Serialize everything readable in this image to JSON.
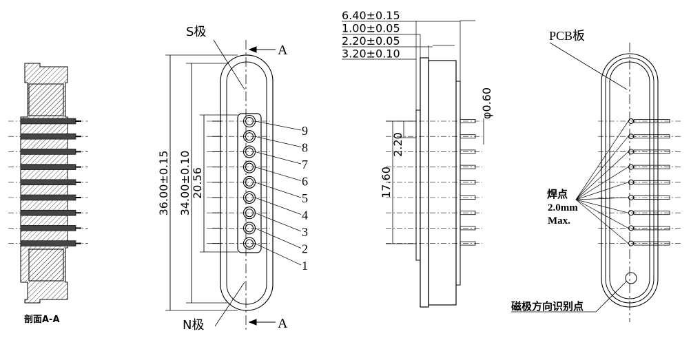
{
  "section_view": {
    "caption": "剖面A-A"
  },
  "front_view": {
    "s_pole": "S极",
    "n_pole": "N极",
    "section_mark": "A",
    "dims": {
      "overall": "36.00±0.15",
      "inner": "34.00±0.10",
      "pins": "20.56"
    },
    "pin_numbers": [
      "9",
      "8",
      "7",
      "6",
      "5",
      "4",
      "3",
      "2",
      "1"
    ]
  },
  "side_view": {
    "thickness_dims": [
      "6.40±0.15",
      "1.00±0.05",
      "2.20±0.05",
      "3.20±0.10"
    ],
    "pin_diameter": "φ0.60",
    "pin_pitch": "2.20",
    "pin_span": "17.60"
  },
  "pcb_view": {
    "board_label": "PCB板",
    "solder_note": [
      "焊点",
      "2.0mm",
      "Max."
    ],
    "polarity_note": "磁极方向识别点"
  },
  "colors": {
    "line": "#000000",
    "hatch": "#333333",
    "background": "#ffffff"
  }
}
